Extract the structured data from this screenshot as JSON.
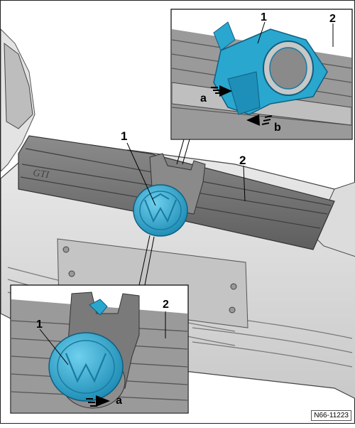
{
  "figure": {
    "reference_code": "N66-11223",
    "callouts": {
      "main_1": "1",
      "main_2": "2",
      "inset_top_1": "1",
      "inset_top_2": "2",
      "inset_top_a": "a",
      "inset_top_b": "b",
      "inset_bottom_1": "1",
      "inset_bottom_2": "2",
      "inset_bottom_a": "a"
    },
    "colors": {
      "part_blue": "#29a7cf",
      "part_blue_dark": "#1b7fa3",
      "bumper_gray": "#d9d9d9",
      "grille_gray": "#7d7d7d"
    }
  }
}
